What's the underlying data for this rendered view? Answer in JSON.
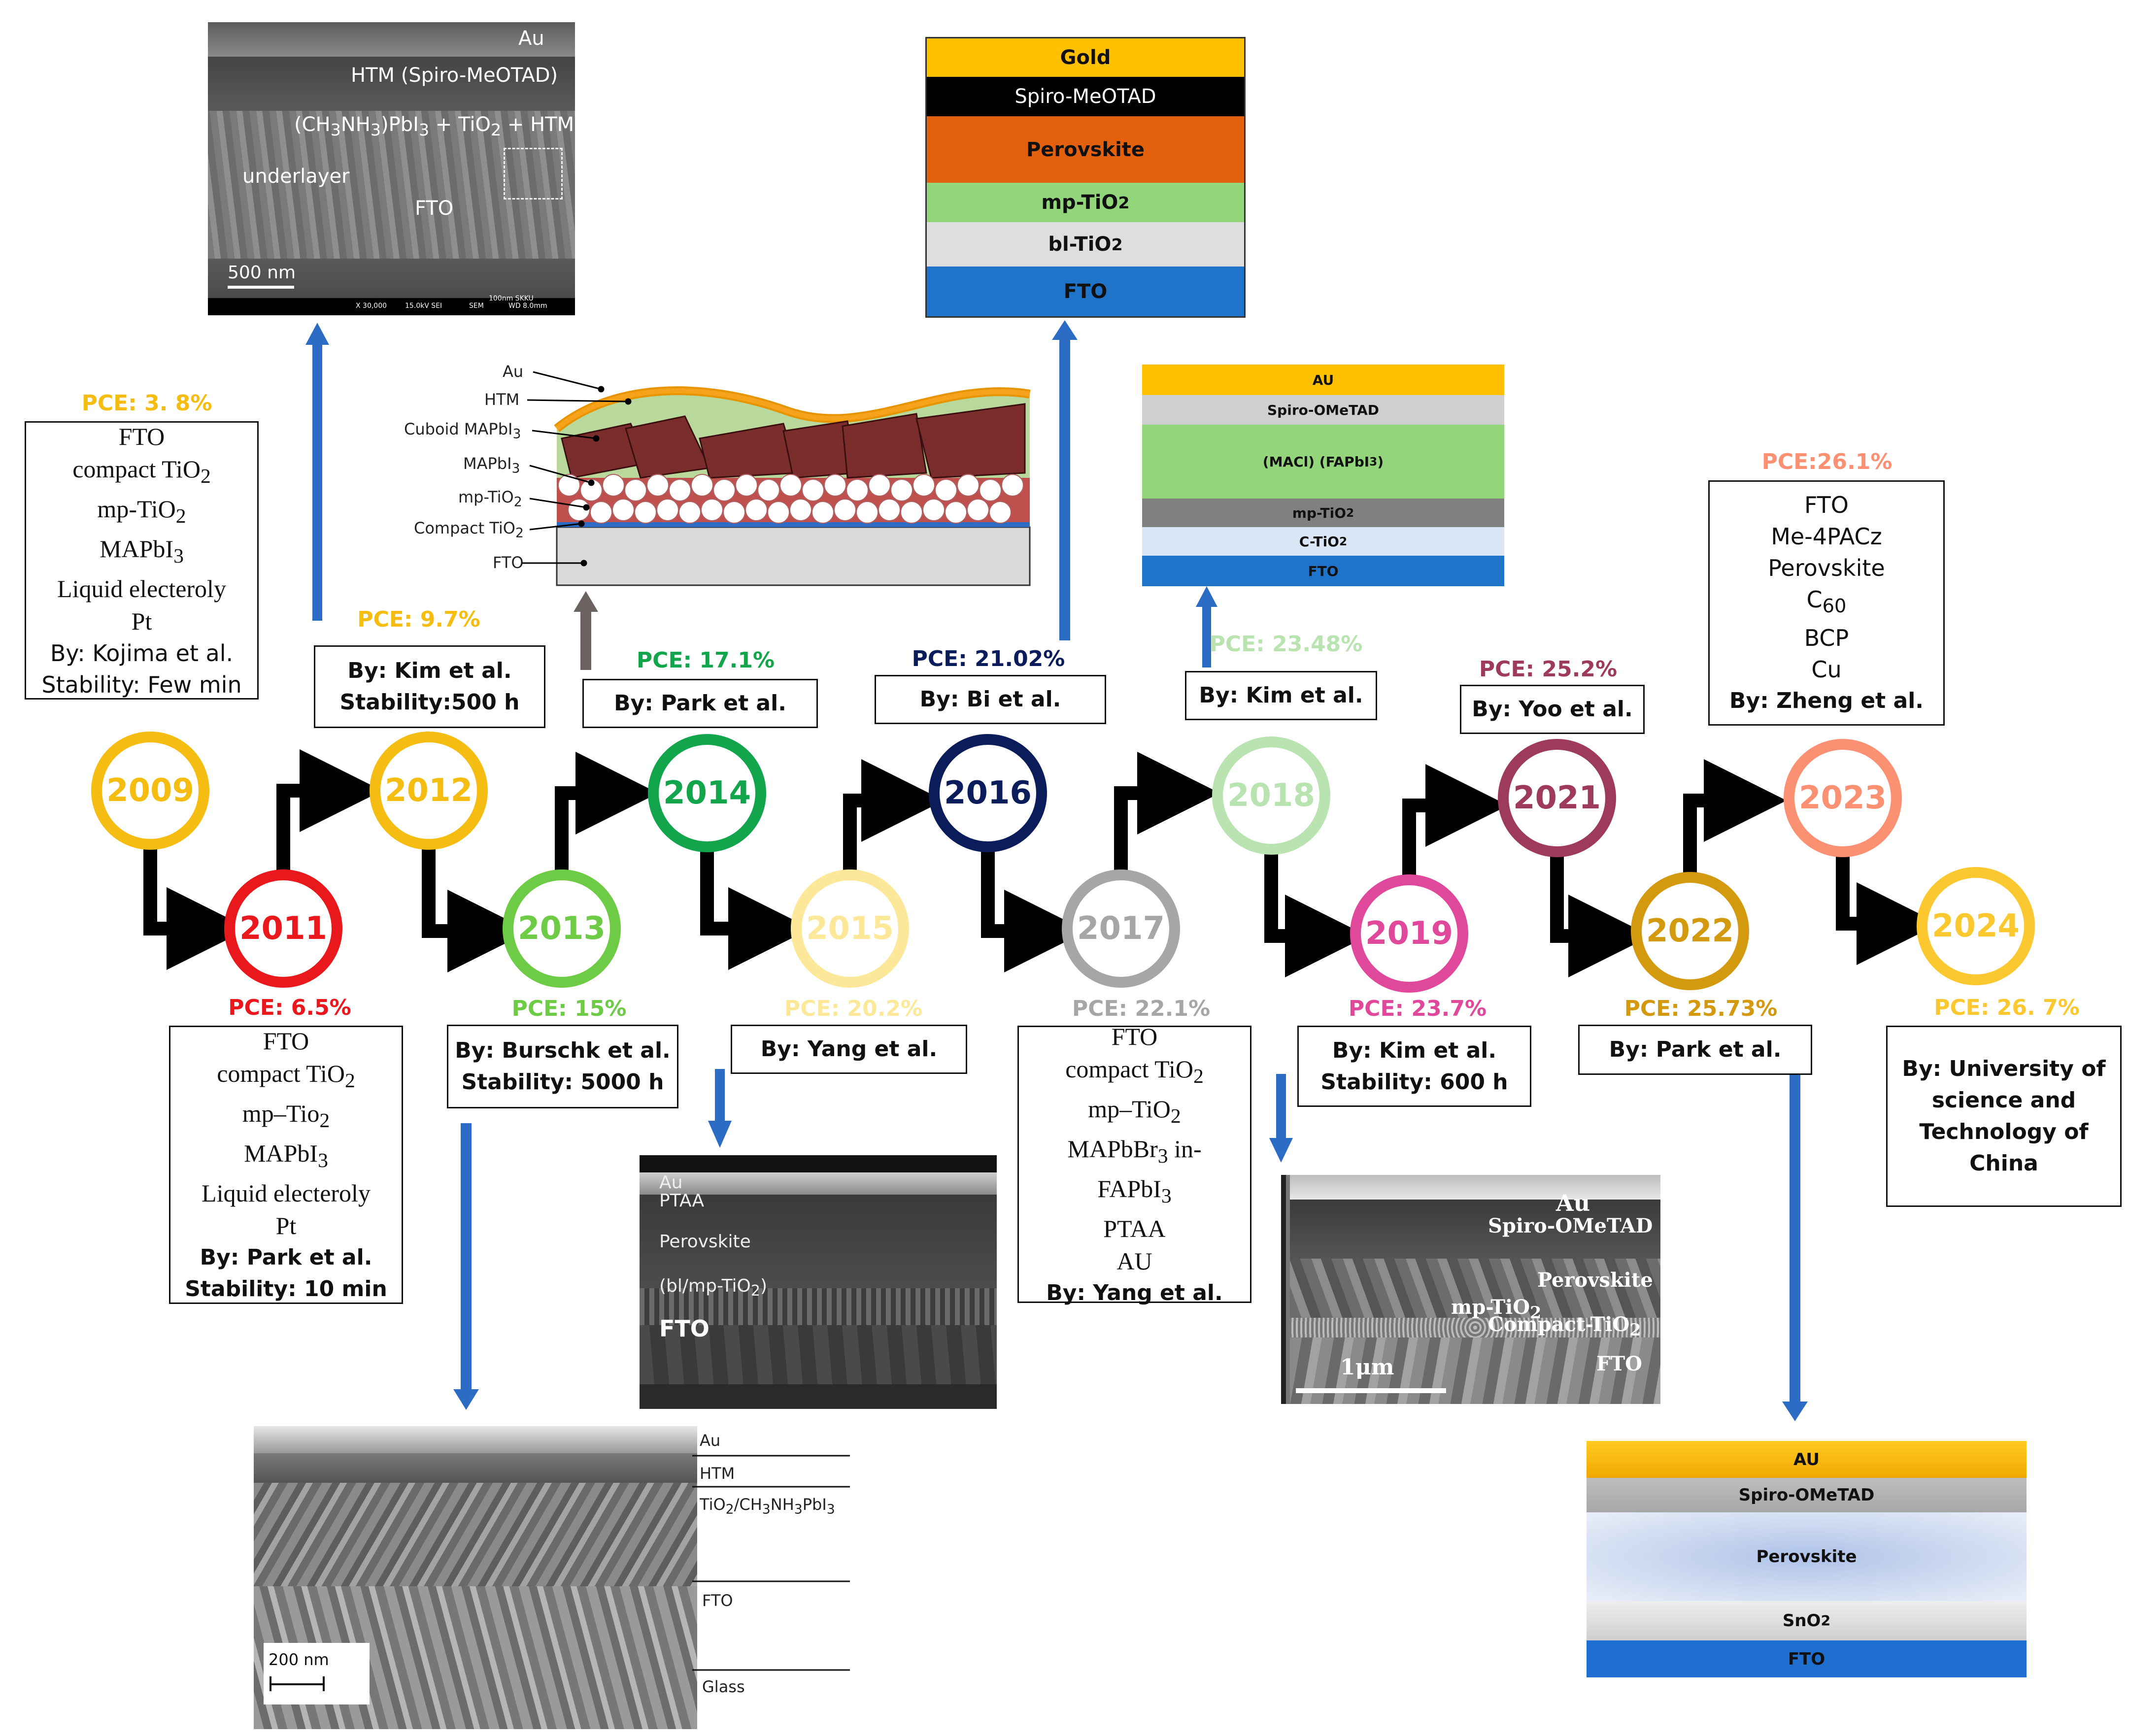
{
  "colors": {
    "y2009": "#f5bd12",
    "y2011": "#e8181c",
    "y2012": "#f5bd12",
    "y2013": "#6ecb45",
    "y2014": "#12a54b",
    "y2015": "#fde89a",
    "y2016": "#0a1d5a",
    "y2017": "#a6a6a6",
    "y2018": "#b9e3b0",
    "y2019": "#e0499b",
    "y2021": "#9e3a5a",
    "y2022": "#d39a10",
    "y2023": "#fb9072",
    "y2024": "#fbc830",
    "arrow_black": "#000000",
    "arrow_blue": "#2c6cc4",
    "arrow_gray": "#6b6262"
  },
  "years": [
    {
      "label": "2009"
    },
    {
      "label": "2011"
    },
    {
      "label": "2012"
    },
    {
      "label": "2013"
    },
    {
      "label": "2014"
    },
    {
      "label": "2015"
    },
    {
      "label": "2016"
    },
    {
      "label": "2017"
    },
    {
      "label": "2018"
    },
    {
      "label": "2019"
    },
    {
      "label": "2021"
    },
    {
      "label": "2022"
    },
    {
      "label": "2023"
    },
    {
      "label": "2024"
    }
  ],
  "entries": {
    "y2009": {
      "pce": "PCE: 3. 8%",
      "l1": "FTO",
      "l2a": "compact TiO",
      "l2s": "2",
      "l3a": "mp-TiO",
      "l3s": "2",
      "l4a": "MAPbI",
      "l4s": "3",
      "l5": "Liquid electeroly",
      "l6": "Pt",
      "l7": "By: Kojima et al.",
      "l8": "Stability: Few min"
    },
    "y2011": {
      "pce": "PCE: 6.5%",
      "l1": "FTO",
      "l2a": "compact TiO",
      "l2s": "2",
      "l3a": "mp–Tio",
      "l3s": "2",
      "l4a": "MAPbI",
      "l4s": "3",
      "l5": "Liquid electeroly",
      "l6": "Pt",
      "l7": "By: Park et al.",
      "l8": "Stability: 10 min"
    },
    "y2012": {
      "pce": "PCE: 9.7%",
      "l1": "By: Kim et al.",
      "l2": "Stability:500 h"
    },
    "y2013": {
      "pce": "PCE: 15%",
      "l1": "By: Burschk et al.",
      "l2": "Stability: 5000 h"
    },
    "y2014": {
      "pce": "PCE: 17.1%",
      "l1": "By: Park et al."
    },
    "y2015": {
      "pce": "PCE: 20.2%",
      "l1": "By: Yang et al."
    },
    "y2016": {
      "pce": "PCE: 21.02%",
      "l1": "By: Bi et al."
    },
    "y2017": {
      "pce": "PCE: 22.1%",
      "l1": "FTO",
      "l2a": "compact TiO",
      "l2s": "2",
      "l3a": "mp–TiO",
      "l3s": "2",
      "l4a": "MAPbBr",
      "l4s": "3",
      "l4b": " in-",
      "l5a": "FAPbI",
      "l5s": "3",
      "l6": "PTAA",
      "l7": "AU",
      "l8": "By: Yang et al."
    },
    "y2018": {
      "pce": "PCE:  23.48%",
      "l1": "By: Kim et al."
    },
    "y2019": {
      "pce": "PCE: 23.7%",
      "l1": "By: Kim et al.",
      "l2": "Stability: 600 h"
    },
    "y2021": {
      "pce": "PCE: 25.2%",
      "l1": "By: Yoo et al."
    },
    "y2022": {
      "pce": "PCE: 25.73%",
      "l1": "By: Park et al."
    },
    "y2023": {
      "pce": "PCE:26.1%",
      "l1": "FTO",
      "l2": "Me-4PACz",
      "l3": "Perovskite",
      "l4a": "C",
      "l4s": "60",
      "l5": "BCP",
      "l6": "Cu",
      "l7": "By: Zheng et al."
    },
    "y2024": {
      "pce": "PCE: 26. 7%",
      "l1": "By: University of",
      "l2": "science and",
      "l3": "Technology of",
      "l4": "China"
    }
  },
  "stack2016": {
    "l1": "Gold",
    "l2": "Spiro-MeOTAD",
    "l3": "Perovskite",
    "l4a": "mp-TiO",
    "l4s": "2",
    "l5a": "bl-TiO",
    "l5s": "2",
    "l6": "FTO"
  },
  "stack2018": {
    "l1": "AU",
    "l2": "Spiro-OMeTAD",
    "l3": "(MACl)  (FAPbI",
    "l3s": "3",
    "l3b": ")",
    "l4a": "mp-TiO",
    "l4s": "2",
    "l5a": "C-TiO",
    "l5s": "2",
    "l6": "FTO"
  },
  "stack2022": {
    "l1": "AU",
    "l2": "Spiro-OMeTAD",
    "l3": "Perovskite",
    "l4a": "SnO",
    "l4s": "2",
    "l5": "FTO"
  },
  "sem2012": {
    "au": "Au",
    "htm": "HTM (Spiro-MeOTAD)",
    "mix_a": "(CH",
    "mix_s1": "3",
    "mix_b": "NH",
    "mix_s2": "3",
    "mix_c": ")PbI",
    "mix_s3": "3",
    "mix_d": " + TiO",
    "mix_s4": "2",
    "mix_e": " + HTM",
    "under": "underlayer",
    "fto": "FTO",
    "scale": "500 nm",
    "meta1": "X 30,000",
    "meta2": "15.0kV SEI",
    "meta3": "SEM",
    "meta4": "WD 8.0mm",
    "meta5": "100nm SKKU"
  },
  "diag2014": {
    "au": "Au",
    "htm": "HTM",
    "cub_a": "Cuboid MAPbI",
    "cub_s": "3",
    "mapbi_a": "MAPbI",
    "mapbi_s": "3",
    "mp_a": "mp-TiO",
    "mp_s": "2",
    "comp_a": "Compact TiO",
    "comp_s": "2",
    "fto": "FTO"
  },
  "sem2013": {
    "au": "Au",
    "htm": "HTM",
    "mix_a": "TiO",
    "mix_s1": "2",
    "mix_b": "/CH",
    "mix_s2": "3",
    "mix_c": "NH",
    "mix_s3": "3",
    "mix_d": "PbI",
    "mix_s4": "3",
    "fto": "FTO",
    "glass": "Glass",
    "scale": "200 nm"
  },
  "sem2015": {
    "au": "Au",
    "ptaa": "PTAA",
    "perov": "Perovskite",
    "tio": "(bl/mp-TiO",
    "tio_s": "2",
    "tio_b": ")",
    "fto": "FTO"
  },
  "sem2019": {
    "au": "Au",
    "spiro": "Spiro-OMeTAD",
    "perov": "Perovskite",
    "mp": "mp-TiO",
    "mp_s": "2",
    "compact": "Compact-TiO",
    "compact_s": "2",
    "fto": "FTO",
    "scale": "1μm"
  }
}
